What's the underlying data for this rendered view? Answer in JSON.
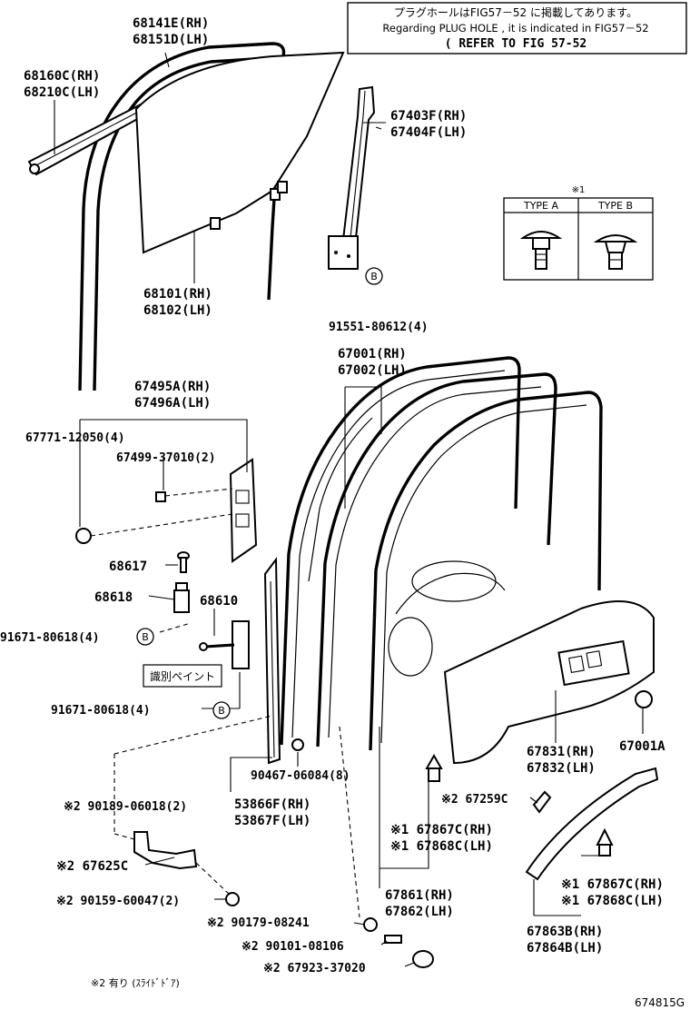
{
  "notice": {
    "line1": "プラグホールはFIG57－52 に掲載してあります。",
    "line2": "Regarding PLUG HOLE , it is indicated in FIG57－52",
    "line3": "( REFER TO FIG 57-52"
  },
  "type_table": {
    "marker": "※1",
    "type_a": "TYPE A",
    "type_b": "TYPE B"
  },
  "labels": {
    "p68141E": "68141E(RH)",
    "p68151D": "68151D(LH)",
    "p68160C": "68160C(RH)",
    "p68210C": "68210C(LH)",
    "p67403F": "67403F(RH)",
    "p67404F": "67404F(LH)",
    "p68101": "68101(RH)",
    "p68102": "68102(LH)",
    "p91551": "91551-80612(4)",
    "p67001": "67001(RH)",
    "p67002": "67002(LH)",
    "p67495A": "67495A(RH)",
    "p67496A": "67496A(LH)",
    "p67771": "67771-12050(4)",
    "p67499": "67499-37010(2)",
    "p68617": "68617",
    "p68618": "68618",
    "p68610": "68610",
    "p91671a": "91671-80618(4)",
    "p91671b": "91671-80618(4)",
    "paint": "識別ペイント",
    "p90467": "90467-06084(8)",
    "p53866F": "53866F(RH)",
    "p53867F": "53867F(LH)",
    "p67831": "67831(RH)",
    "p67832": "67832(LH)",
    "p67001A": "67001A",
    "p67259C": "※2 67259C",
    "p67867Ca": "※1 67867C(RH)",
    "p67868Ca": "※1 67868C(LH)",
    "p67861": "67861(RH)",
    "p67862": "67862(LH)",
    "p67867Cb": "※1 67867C(RH)",
    "p67868Cb": "※1 67868C(LH)",
    "p67863B": "67863B(RH)",
    "p67864B": "67864B(LH)",
    "p90189": "※2 90189-06018(2)",
    "p67625C": "※2 67625C",
    "p90159": "※2 90159-60047(2)",
    "p90179": "※2 90179-08241",
    "p90101": "※2 90101-08106",
    "p67923": "※2 67923-37020",
    "footnote": "※2 有り (ｽﾗｲﾄﾞﾄﾞｱ)",
    "figure_code": "674815G",
    "callout": "B"
  }
}
